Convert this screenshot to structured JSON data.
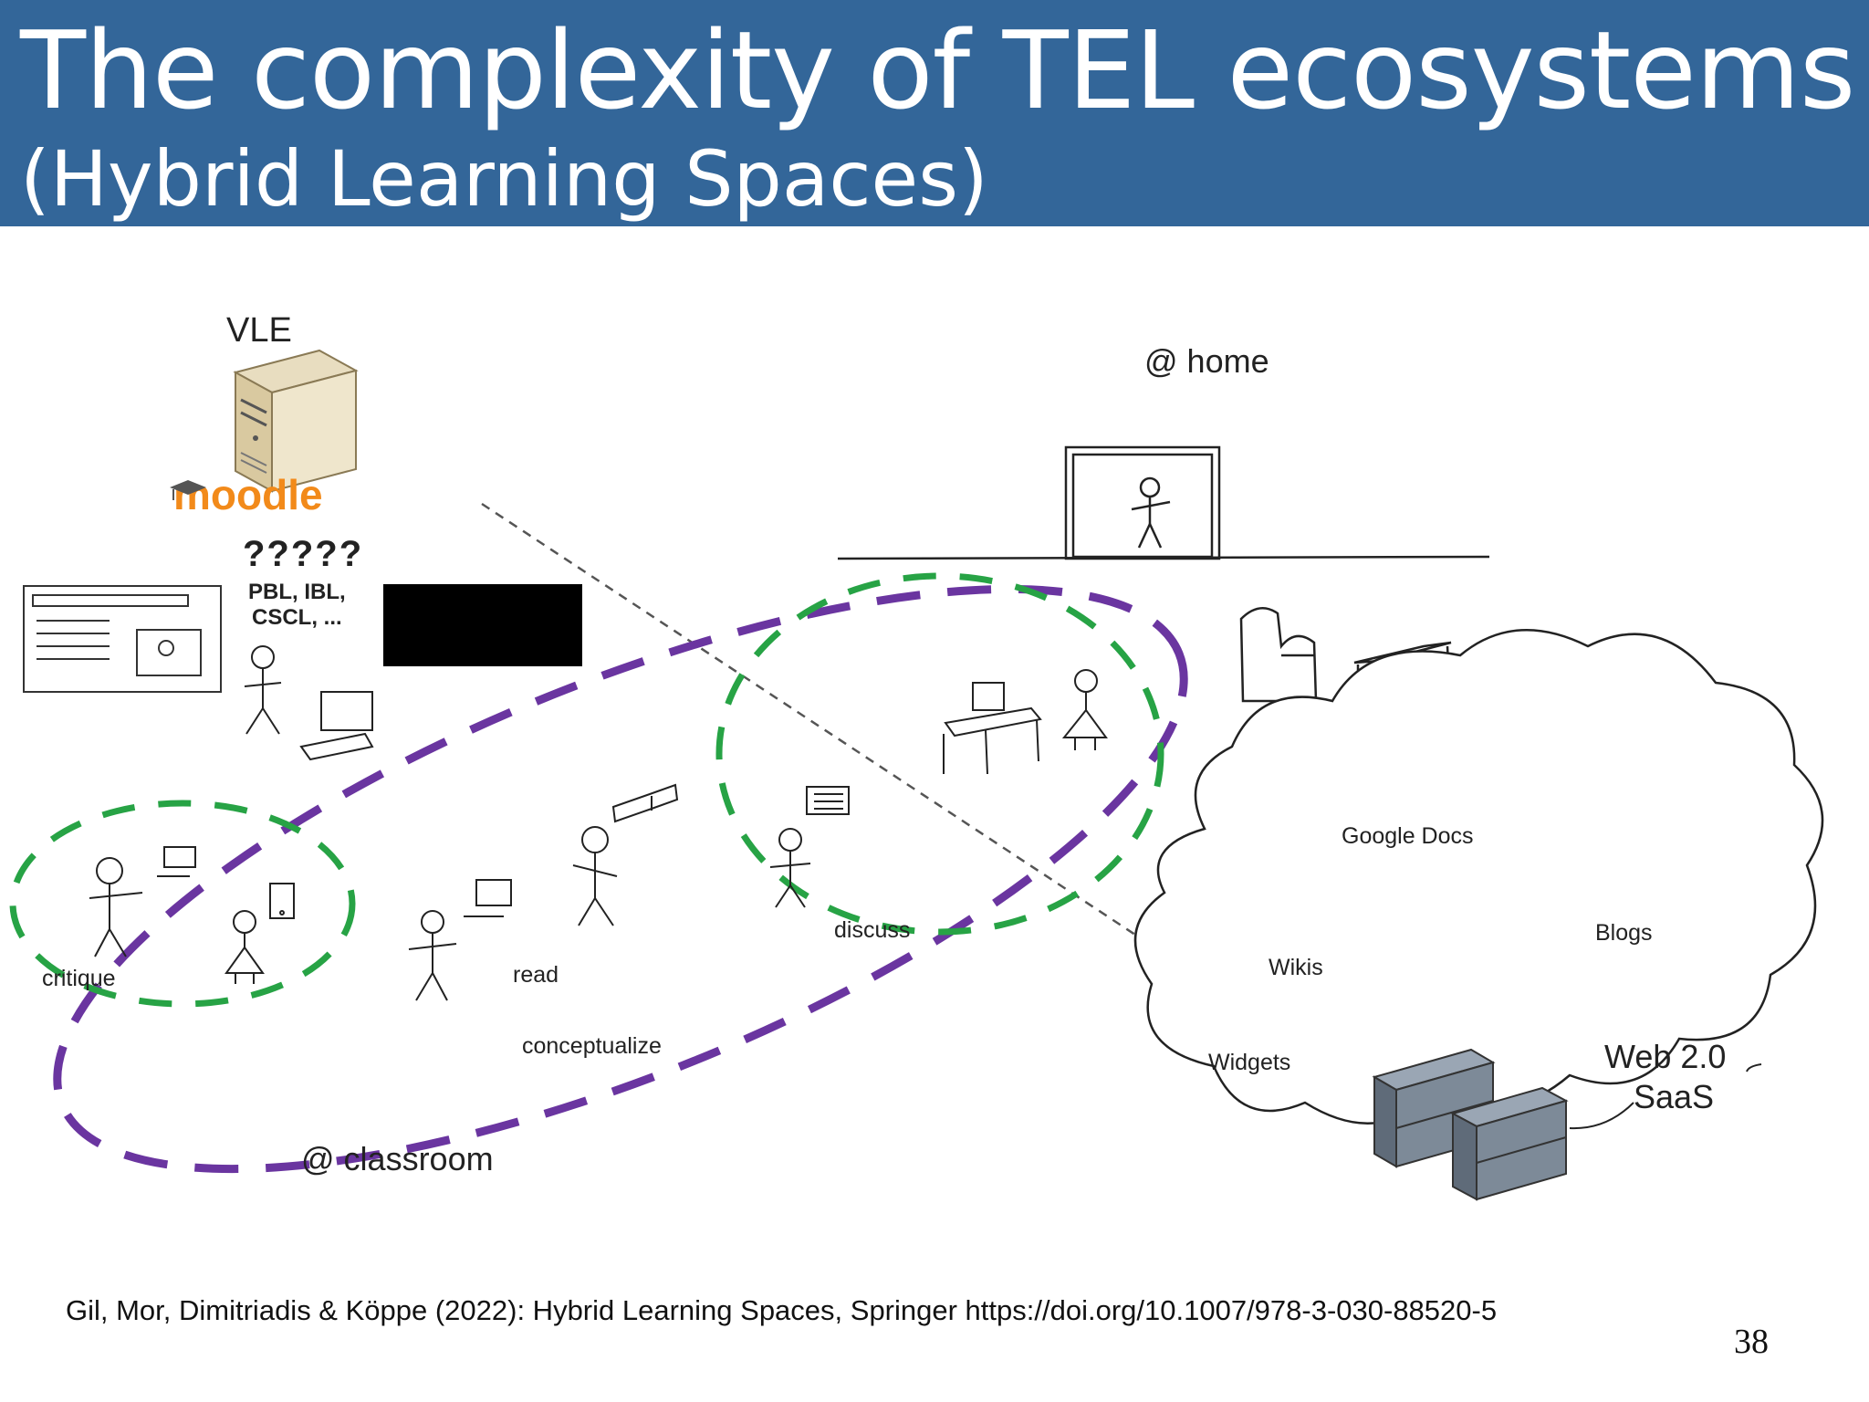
{
  "slide": {
    "title": "The complexity of TEL ecosystems",
    "subtitle": "(Hybrid Learning Spaces)",
    "citation": "Gil, Mor, Dimitriadis & Köppe (2022): Hybrid Learning Spaces, Springer https://doi.org/10.1007/978-3-030-88520-5",
    "page_number": "38"
  },
  "diagram": {
    "vle_label": "VLE",
    "moodle_logo": "moodle",
    "question_marks": "?????",
    "pedagogies_line1": "PBL, IBL,",
    "pedagogies_line2": "CSCL, ...",
    "home_label": "@ home",
    "classroom_label": "@ classroom",
    "activities": {
      "critique": "critique",
      "read": "read",
      "discuss": "discuss",
      "conceptualize": "conceptualize"
    },
    "cloud": {
      "google_docs": "Google Docs",
      "blogs": "Blogs",
      "wikis": "Wikis",
      "widgets": "Widgets",
      "web20_line1": "Web 2.0",
      "web20_line2": "SaaS"
    },
    "colors": {
      "header": "#336699",
      "purple_dash": "#6a35a0",
      "green_dash": "#27a345",
      "moodle_orange": "#f28a1a"
    }
  }
}
